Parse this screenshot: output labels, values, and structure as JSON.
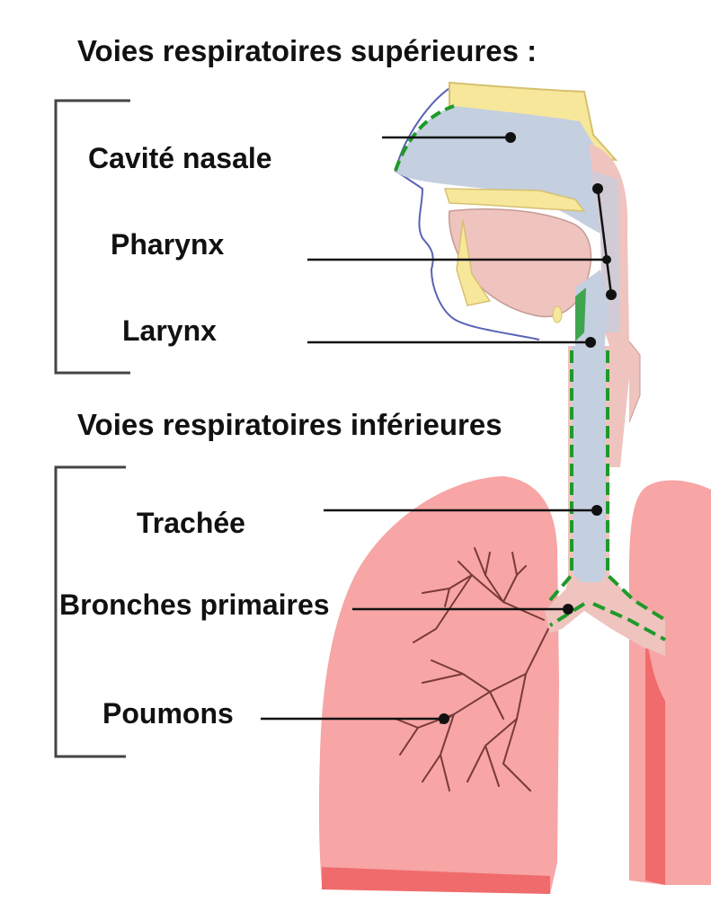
{
  "headings": {
    "upper": "Voies respiratoires supérieures :",
    "lower": "Voies respiratoires inférieures"
  },
  "labels": {
    "nasal_cavity": "Cavité nasale",
    "pharynx": "Pharynx",
    "larynx": "Larynx",
    "trachea": "Trachée",
    "primary_bronchi": "Bronches primaires",
    "lungs": "Poumons"
  },
  "colors": {
    "lung_fill": "#f7a5a5",
    "lung_dark": "#f06b6b",
    "airway_fill": "#c4cfe0",
    "tissue_pink": "#efc4be",
    "bone_yellow": "#f7e79a",
    "mucosa_green": "#1f9a2a",
    "leader_line": "#111111",
    "outline_blue": "#5a63b5"
  }
}
